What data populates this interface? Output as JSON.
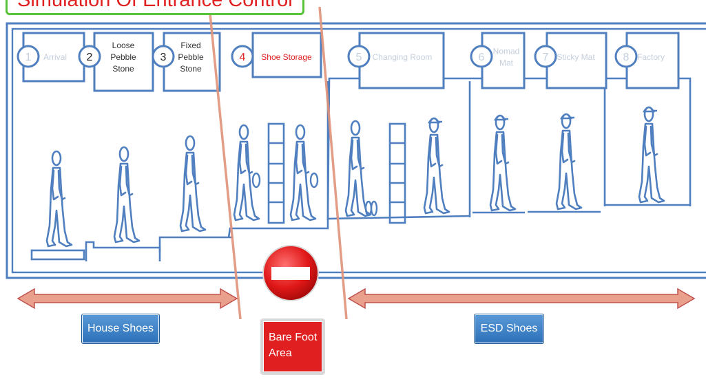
{
  "title": "Simulation Of Entrance Control",
  "stations": [
    {
      "num": "1",
      "lines": [
        "Arrival"
      ],
      "faded": true
    },
    {
      "num": "2",
      "lines": [
        "Loose",
        "Pebble",
        "Stone"
      ],
      "faded": false
    },
    {
      "num": "3",
      "lines": [
        "Fixed",
        "Pebble",
        "Stone"
      ],
      "faded": false
    },
    {
      "num": "4",
      "lines": [
        "Shoe Storage"
      ],
      "faded": false,
      "highlight": true
    },
    {
      "num": "5",
      "lines": [
        "Changing Room"
      ],
      "faded": true
    },
    {
      "num": "6",
      "lines": [
        "Nomad",
        "Mat"
      ],
      "faded": true
    },
    {
      "num": "7",
      "lines": [
        "Sticky Mat"
      ],
      "faded": true
    },
    {
      "num": "8",
      "lines": [
        "Factory"
      ],
      "faded": true
    }
  ],
  "zones": {
    "house_shoes": "House Shoes",
    "bare_foot": [
      "Bare Foot",
      "Area"
    ],
    "esd_shoes": "ESD Shoes"
  },
  "colors": {
    "outline": "#4f7fbf",
    "highlight_text": "#e02020",
    "faded_text": "#c4cfdd",
    "divider": "#e0937a",
    "arrow_fill": "#e9a18e",
    "arrow_stroke": "#c0504d",
    "title_border": "#57c43a"
  },
  "icons": [
    "walking-person-icon",
    "cap-person-icon",
    "no-entry-sign-icon",
    "shoe-rack-icon"
  ]
}
